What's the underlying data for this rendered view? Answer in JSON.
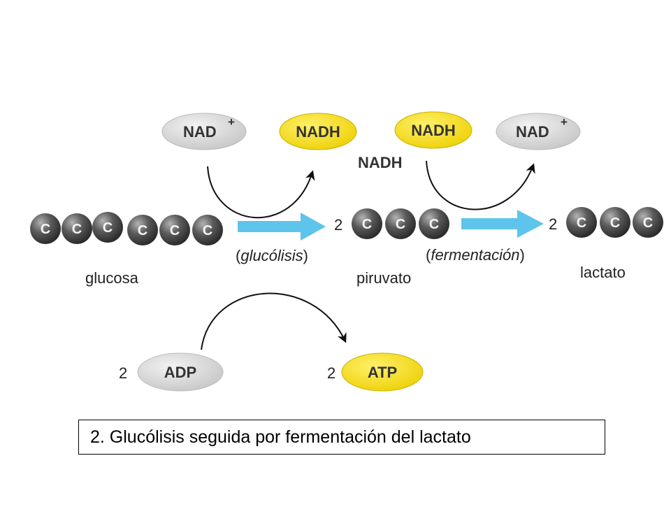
{
  "diagram": {
    "colors": {
      "nad_fill": "#d4d4d4",
      "nadh_fill": "#f6de00",
      "arrow_blue": "#5ec4ec",
      "atom_dark": "#3a3a3a",
      "atom_light": "#aaaaaa"
    },
    "cofactors": {
      "nad_left": "NAD",
      "nad_left_sup": "+",
      "nadh_center_left": "NADH",
      "nadh_center_right": "NADH",
      "nadh_plain": "NADH",
      "nad_right": "NAD",
      "nad_right_sup": "+",
      "adp": "ADP",
      "atp": "ATP",
      "adp_coef": "2",
      "atp_coef": "2"
    },
    "molecules": {
      "glucosa_label": "glucosa",
      "piruvato_label": "piruvato",
      "lactato_label": "lactato",
      "piruvato_coef": "2",
      "lactato_coef": "2",
      "atom_symbol": "C"
    },
    "processes": {
      "glycolysis": "glucólisis",
      "fermentation": "fermentación",
      "open_paren": "(",
      "close_paren": ")"
    }
  },
  "caption": "2. Glucólisis seguida por fermentación del lactato"
}
